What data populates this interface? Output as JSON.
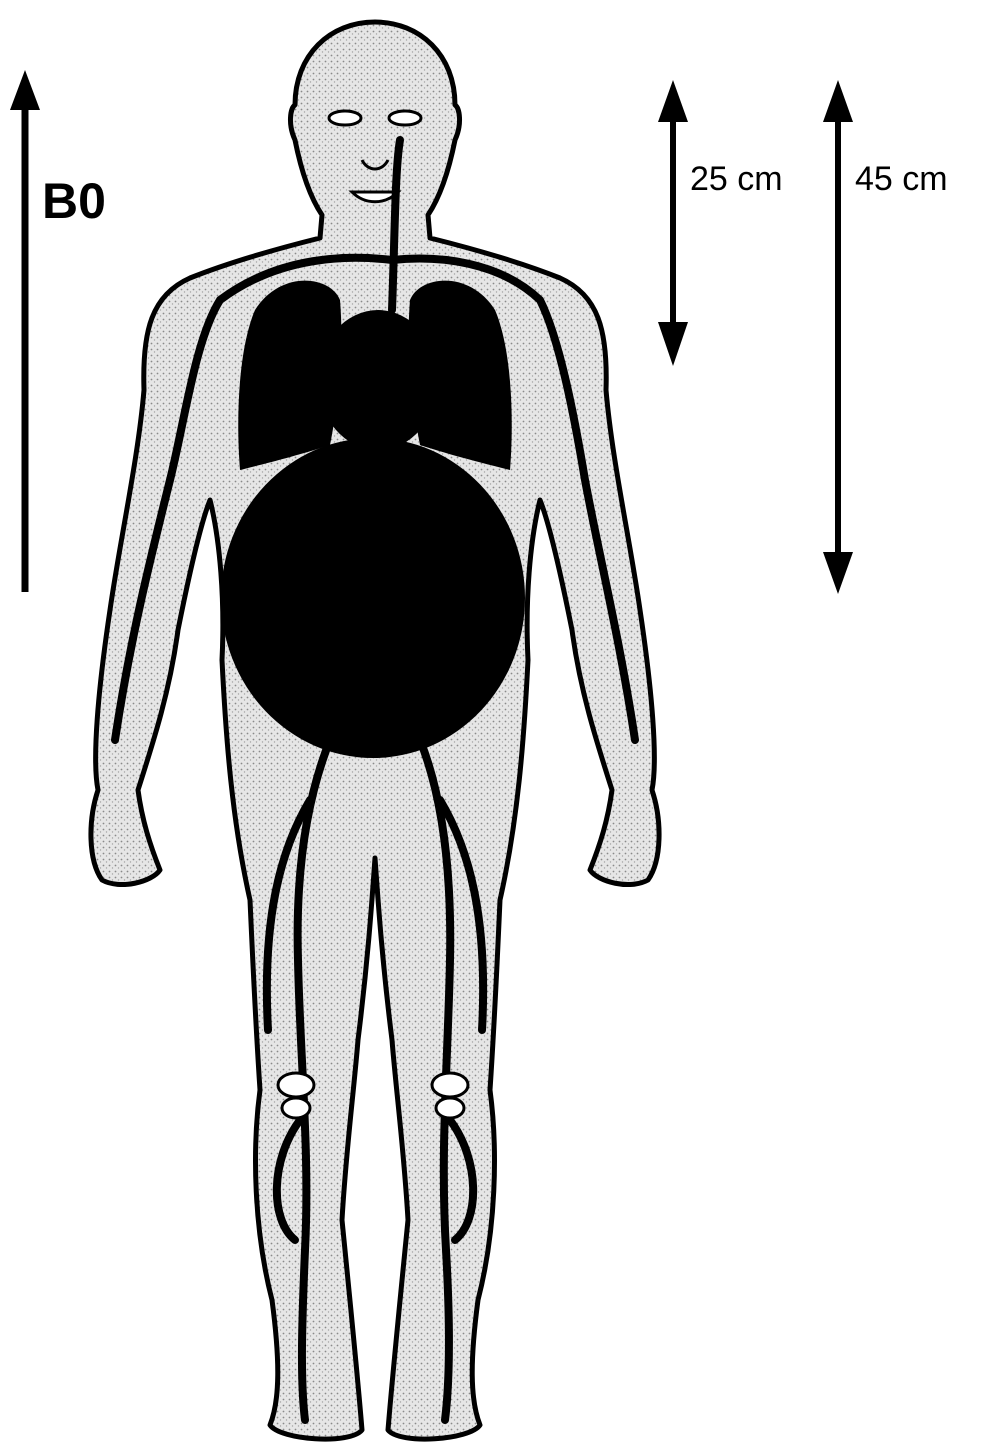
{
  "labels": {
    "field": "B0",
    "short_span": "25 cm",
    "long_span": "45 cm"
  },
  "colors": {
    "ink": "#000000",
    "skin": "#d9d9d9",
    "background": "#ffffff"
  }
}
